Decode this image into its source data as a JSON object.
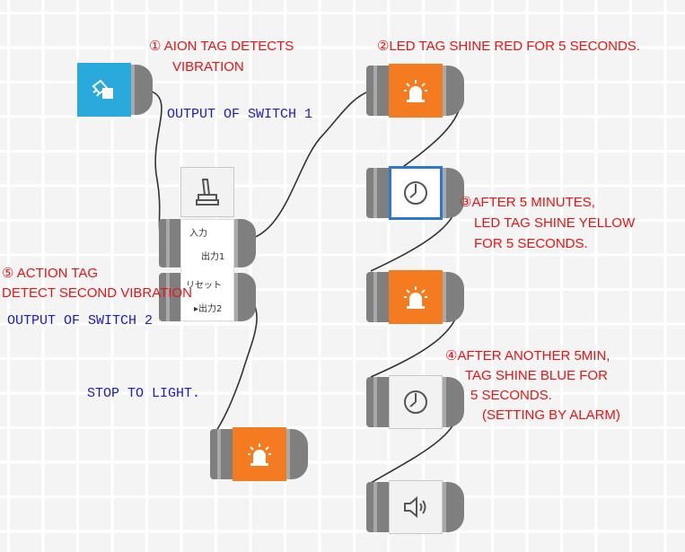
{
  "annotations": {
    "step1_line1": "① AION TAG DETECTS",
    "step1_line2": "VIBRATION",
    "step2": "②LED TAG SHINE RED FOR 5 SECONDS.",
    "step3_line1": "③AFTER 5 MINUTES,",
    "step3_line2": "LED TAG SHINE YELLOW",
    "step3_line3": "FOR 5 SECONDS.",
    "step4_line1": "④AFTER ANOTHER 5MIN,",
    "step4_line2": "TAG SHINE BLUE FOR",
    "step4_line3": "5 SECONDS.",
    "step4_line4": "(SETTING BY ALARM)",
    "step5_line1": "⑤ ACTION TAG",
    "step5_line2": "DETECT SECOND VIBRATION",
    "output_switch1": "OUTPUT OF SWITCH 1",
    "output_switch2": "OUTPUT OF SWITCH 2",
    "stop_light": "STOP TO LIGHT."
  },
  "switch_node": {
    "input_label": "入力",
    "output1_label": "出力1",
    "reset_label": "リセット",
    "output2_label": "出力2"
  },
  "blocks": [
    {
      "name": "aion-tag-block",
      "icon": "motion-sensor-icon",
      "color": "#29a9dc"
    },
    {
      "name": "led-red-block",
      "icon": "beacon-light-icon",
      "color": "#f47b20"
    },
    {
      "name": "timer-5min-block",
      "icon": "timer-icon",
      "color": "#ffffff"
    },
    {
      "name": "led-yellow-block",
      "icon": "beacon-light-icon",
      "color": "#f47b20"
    },
    {
      "name": "timer-another-5min-block",
      "icon": "timer-icon",
      "color": "#f2f2f2"
    },
    {
      "name": "speaker-alarm-block",
      "icon": "speaker-icon",
      "color": "#f2f2f2"
    },
    {
      "name": "stop-light-block",
      "icon": "beacon-light-icon",
      "color": "#f47b20"
    },
    {
      "name": "switch-block",
      "icon": "switch-lever-icon",
      "color": "#f2f2f2"
    }
  ]
}
